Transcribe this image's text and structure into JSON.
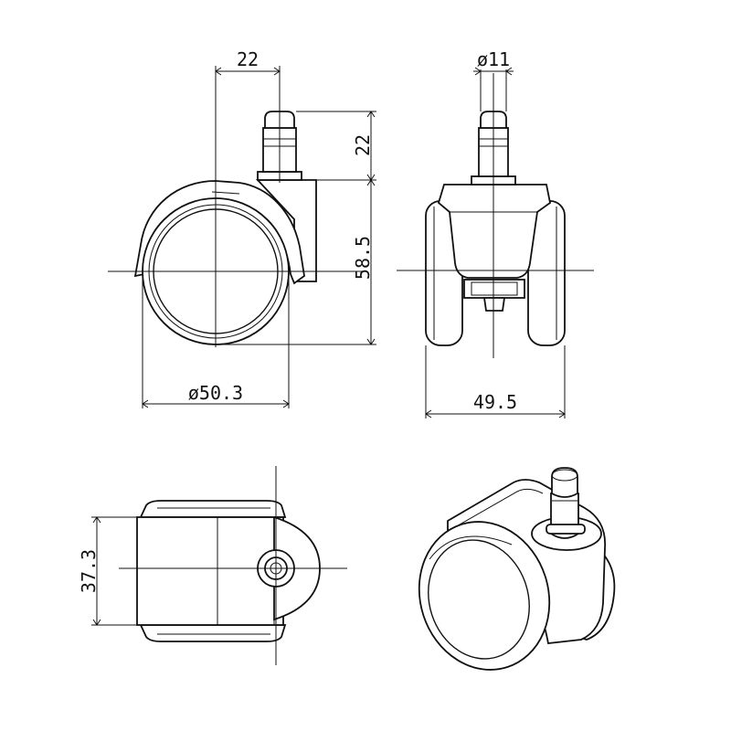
{
  "dimensions": {
    "stem_offset": "22",
    "stem_length": "22",
    "total_height": "58.5",
    "wheel_diameter": "ø50.3",
    "stem_diameter": "ø11",
    "overall_width": "49.5",
    "bottom_height": "37.3"
  }
}
